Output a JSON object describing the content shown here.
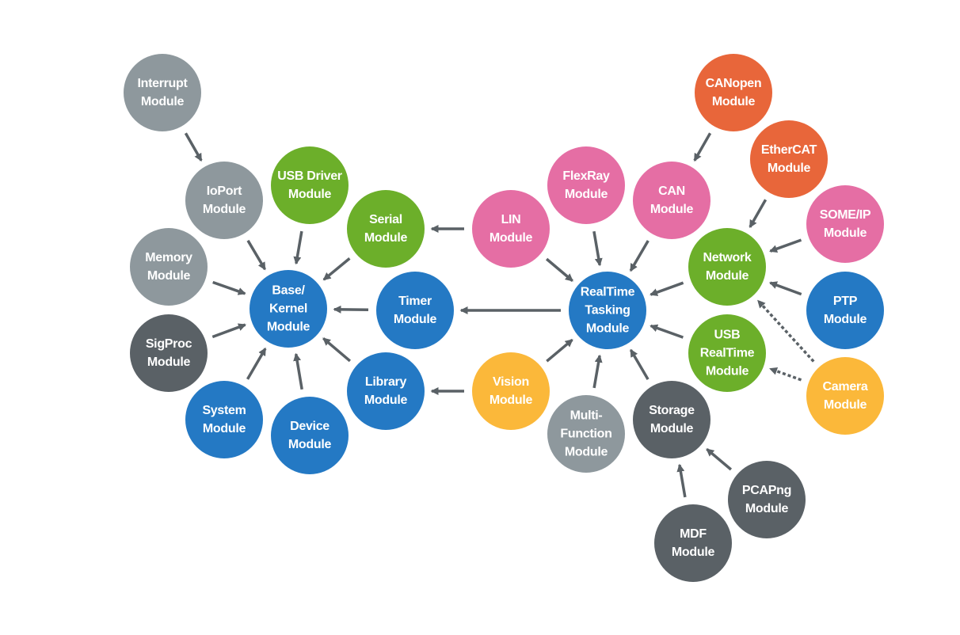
{
  "palette": {
    "gray": "#8e989d",
    "dark": "#5a6166",
    "blue": "#2479c4",
    "green": "#6caf2a",
    "pink": "#e56ea4",
    "orange": "#e8663a",
    "yellow": "#fbb83a",
    "arrow": "#5a6166",
    "background": "#ffffff"
  },
  "nodes": [
    {
      "id": "interrupt",
      "lines": [
        "Interrupt",
        "Module"
      ],
      "color": "gray"
    },
    {
      "id": "ioport",
      "lines": [
        "IoPort",
        "Module"
      ],
      "color": "gray"
    },
    {
      "id": "memory",
      "lines": [
        "Memory",
        "Module"
      ],
      "color": "gray"
    },
    {
      "id": "sigproc",
      "lines": [
        "SigProc",
        "Module"
      ],
      "color": "dark"
    },
    {
      "id": "system",
      "lines": [
        "System",
        "Module"
      ],
      "color": "blue"
    },
    {
      "id": "device",
      "lines": [
        "Device",
        "Module"
      ],
      "color": "blue"
    },
    {
      "id": "base",
      "lines": [
        "Base/",
        "Kernel",
        "Module"
      ],
      "color": "blue"
    },
    {
      "id": "usbdriver",
      "lines": [
        "USB Driver",
        "Module"
      ],
      "color": "green"
    },
    {
      "id": "serial",
      "lines": [
        "Serial",
        "Module"
      ],
      "color": "green"
    },
    {
      "id": "timer",
      "lines": [
        "Timer",
        "Module"
      ],
      "color": "blue"
    },
    {
      "id": "library",
      "lines": [
        "Library",
        "Module"
      ],
      "color": "blue"
    },
    {
      "id": "lin",
      "lines": [
        "LIN",
        "Module"
      ],
      "color": "pink"
    },
    {
      "id": "flexray",
      "lines": [
        "FlexRay",
        "Module"
      ],
      "color": "pink"
    },
    {
      "id": "can",
      "lines": [
        "CAN",
        "Module"
      ],
      "color": "pink"
    },
    {
      "id": "canopen",
      "lines": [
        "CANopen",
        "Module"
      ],
      "color": "orange"
    },
    {
      "id": "ethercat",
      "lines": [
        "EtherCAT",
        "Module"
      ],
      "color": "orange"
    },
    {
      "id": "someip",
      "lines": [
        "SOME/IP",
        "Module"
      ],
      "color": "pink"
    },
    {
      "id": "network",
      "lines": [
        "Network",
        "Module"
      ],
      "color": "green"
    },
    {
      "id": "realtime",
      "lines": [
        "RealTime",
        "Tasking",
        "Module"
      ],
      "color": "blue"
    },
    {
      "id": "ptp",
      "lines": [
        "PTP",
        "Module"
      ],
      "color": "blue"
    },
    {
      "id": "usbrealtime",
      "lines": [
        "USB",
        "RealTime",
        "Module"
      ],
      "color": "green"
    },
    {
      "id": "camera",
      "lines": [
        "Camera",
        "Module"
      ],
      "color": "yellow"
    },
    {
      "id": "vision",
      "lines": [
        "Vision",
        "Module"
      ],
      "color": "yellow"
    },
    {
      "id": "multifunction",
      "lines": [
        "Multi-",
        "Function",
        "Module"
      ],
      "color": "gray"
    },
    {
      "id": "storage",
      "lines": [
        "Storage",
        "Module"
      ],
      "color": "dark"
    },
    {
      "id": "pcapng",
      "lines": [
        "PCAPng",
        "Module"
      ],
      "color": "dark"
    },
    {
      "id": "mdf",
      "lines": [
        "MDF",
        "Module"
      ],
      "color": "dark"
    }
  ],
  "edges": [
    {
      "from": "interrupt",
      "to": "ioport",
      "style": "solid"
    },
    {
      "from": "ioport",
      "to": "base",
      "style": "solid"
    },
    {
      "from": "memory",
      "to": "base",
      "style": "solid"
    },
    {
      "from": "sigproc",
      "to": "base",
      "style": "solid"
    },
    {
      "from": "system",
      "to": "base",
      "style": "solid"
    },
    {
      "from": "device",
      "to": "base",
      "style": "solid"
    },
    {
      "from": "usbdriver",
      "to": "base",
      "style": "solid"
    },
    {
      "from": "serial",
      "to": "base",
      "style": "solid"
    },
    {
      "from": "timer",
      "to": "base",
      "style": "solid"
    },
    {
      "from": "library",
      "to": "base",
      "style": "solid"
    },
    {
      "from": "lin",
      "to": "serial",
      "style": "solid"
    },
    {
      "from": "lin",
      "to": "realtime",
      "style": "solid"
    },
    {
      "from": "realtime",
      "to": "timer",
      "style": "solid"
    },
    {
      "from": "vision",
      "to": "library",
      "style": "solid"
    },
    {
      "from": "vision",
      "to": "realtime",
      "style": "solid"
    },
    {
      "from": "flexray",
      "to": "realtime",
      "style": "solid"
    },
    {
      "from": "can",
      "to": "realtime",
      "style": "solid"
    },
    {
      "from": "canopen",
      "to": "can",
      "style": "solid"
    },
    {
      "from": "ethercat",
      "to": "network",
      "style": "solid"
    },
    {
      "from": "someip",
      "to": "network",
      "style": "solid"
    },
    {
      "from": "ptp",
      "to": "network",
      "style": "solid"
    },
    {
      "from": "network",
      "to": "realtime",
      "style": "solid"
    },
    {
      "from": "usbrealtime",
      "to": "realtime",
      "style": "solid"
    },
    {
      "from": "camera",
      "to": "network",
      "style": "dashed"
    },
    {
      "from": "camera",
      "to": "usbrealtime",
      "style": "dashed"
    },
    {
      "from": "multifunction",
      "to": "realtime",
      "style": "solid"
    },
    {
      "from": "storage",
      "to": "realtime",
      "style": "solid"
    },
    {
      "from": "pcapng",
      "to": "storage",
      "style": "solid"
    },
    {
      "from": "mdf",
      "to": "storage",
      "style": "solid"
    }
  ]
}
